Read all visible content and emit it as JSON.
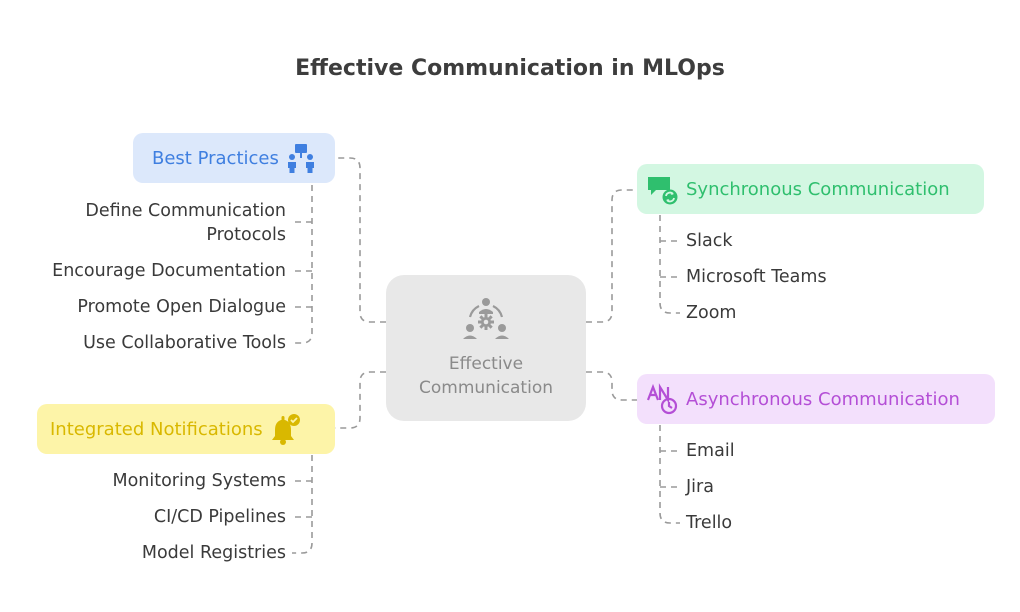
{
  "title": "Effective Communication in MLOps",
  "center": {
    "line1": "Effective",
    "line2": "Communication",
    "icon": "team-settings-icon"
  },
  "branches": {
    "best_practices": {
      "label": "Best Practices",
      "icon": "presentation-people-icon",
      "color": "#3f7fe0",
      "bg": "#dce8fb",
      "items": [
        "Define Communication",
        "Protocols",
        "Encourage Documentation",
        "Promote Open Dialogue",
        "Use Collaborative Tools"
      ]
    },
    "integrated": {
      "label": "Integrated Notifications",
      "icon": "bell-check-icon",
      "color": "#d9b800",
      "bg": "#fdf4a8",
      "items": [
        "Monitoring Systems",
        "CI/CD Pipelines",
        "Model Registries"
      ]
    },
    "synchronous": {
      "label": "Synchronous Communication",
      "icon": "chat-sync-icon",
      "color": "#2fbf6e",
      "bg": "#d3f7e2",
      "items": [
        "Slack",
        "Microsoft Teams",
        "Zoom"
      ]
    },
    "asynchronous": {
      "label": "Asynchronous Communication",
      "icon": "translate-clock-icon",
      "color": "#b44fd6",
      "bg": "#f3e0fc",
      "items": [
        "Email",
        "Jira",
        "Trello"
      ]
    }
  }
}
